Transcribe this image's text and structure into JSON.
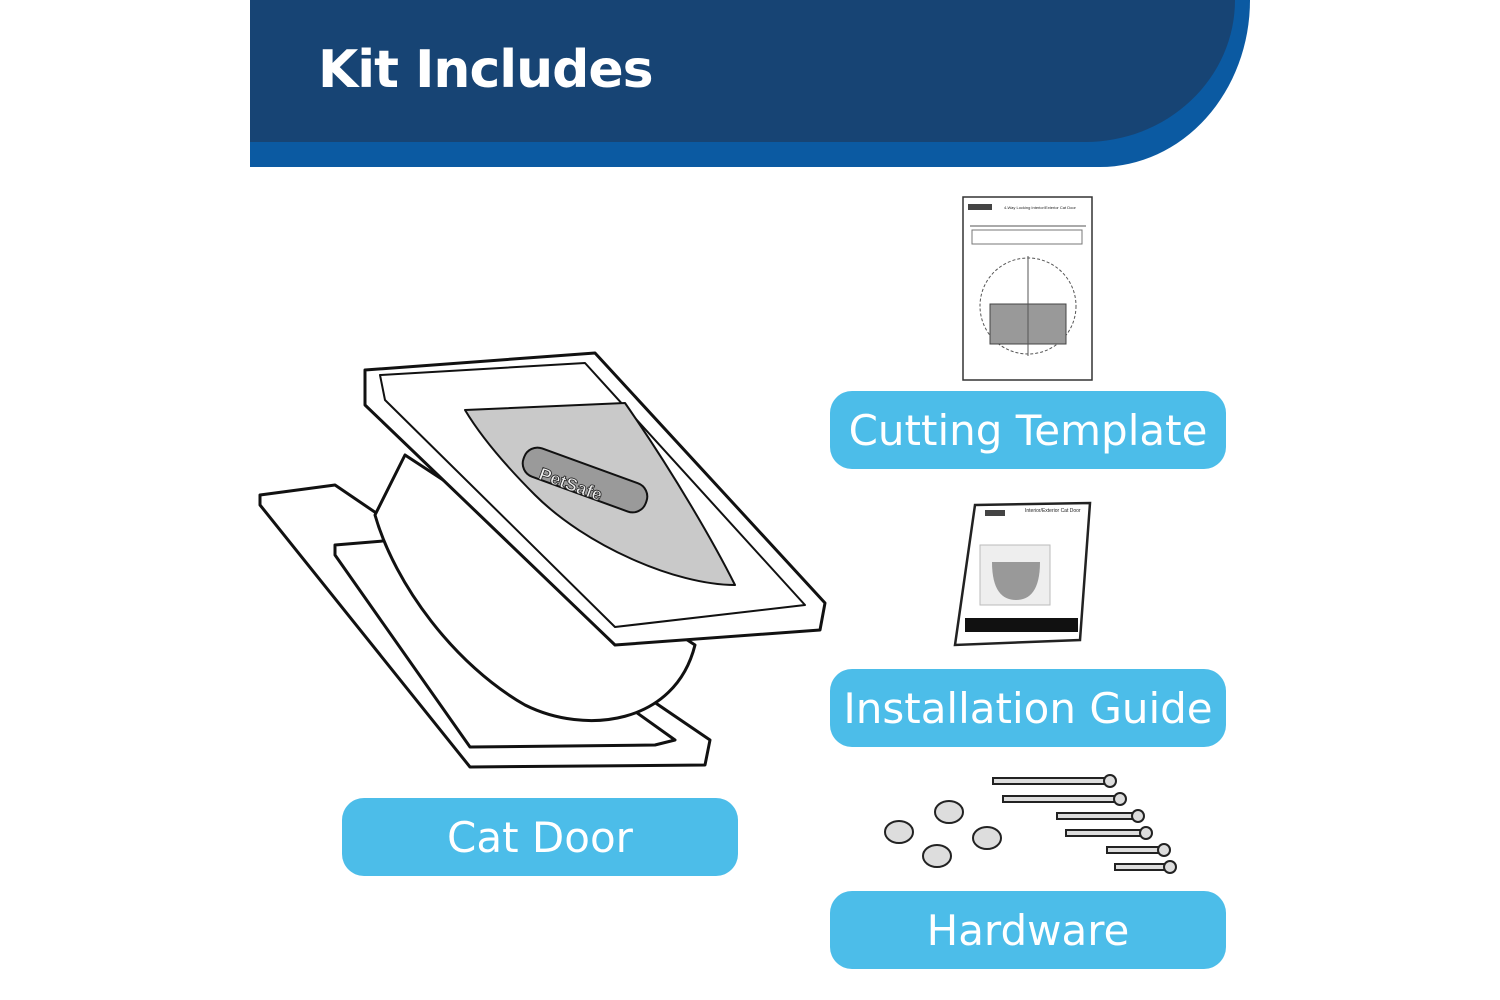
{
  "header": {
    "title": "Kit Includes"
  },
  "items": [
    {
      "label": "Cat Door"
    },
    {
      "label": "Cutting Template"
    },
    {
      "label": "Installation Guide"
    },
    {
      "label": "Hardware"
    }
  ],
  "illustrations": {
    "door_brand": "PetSafe",
    "template_title": "4-Way Locking Interior/Exterior Cat Door",
    "guide_title": "Interior/Exterior Cat Door"
  },
  "colors": {
    "navy": "#174474",
    "blue": "#0b5aa2",
    "pill": "#4cbde9"
  }
}
